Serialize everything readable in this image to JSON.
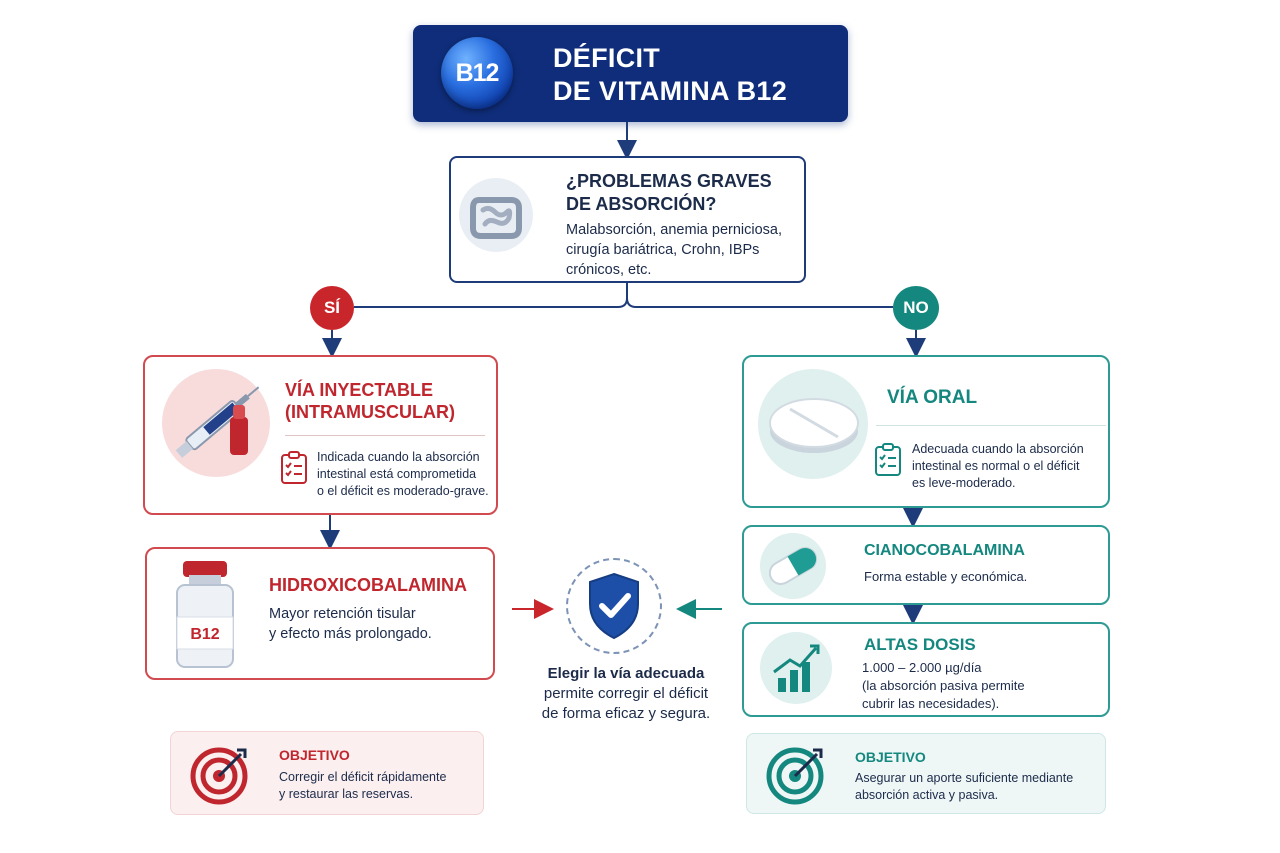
{
  "title": {
    "badge": "B12",
    "line1": "DÉFICIT",
    "line2": "DE VITAMINA B12",
    "icon": "b12-sphere-icon"
  },
  "question": {
    "line1": "¿PROBLEMAS GRAVES",
    "line2": "DE ABSORCIÓN?",
    "desc1": "Malabsorción, anemia perniciosa,",
    "desc2": "cirugía bariátrica, Crohn, IBPs",
    "desc3": "crónicos, etc.",
    "icon": "intestine-icon"
  },
  "branches": {
    "yes_label": "SÍ",
    "no_label": "NO",
    "yes_color": "#c9262c",
    "no_color": "#14877f"
  },
  "injectable": {
    "title1": "VÍA INYECTABLE",
    "title2": "(INTRAMUSCULAR)",
    "desc1": "Indicada cuando la absorción",
    "desc2": "intestinal está comprometida",
    "desc3": "o el déficit es moderado-grave.",
    "icon": "syringe-ampoule-icon"
  },
  "hidroxi": {
    "title": "HIDROXICOBALAMINA",
    "desc1": "Mayor retención tisular",
    "desc2": "y efecto más prolongado.",
    "vial_label": "B12",
    "icon": "vial-icon"
  },
  "objective_left": {
    "title": "OBJETIVO",
    "desc1": "Corregir el déficit rápidamente",
    "desc2": "y restaurar las reservas.",
    "icon": "target-icon"
  },
  "oral": {
    "title": "VÍA ORAL",
    "desc1": "Adecuada cuando la absorción",
    "desc2": "intestinal es normal o el déficit",
    "desc3": "es leve-moderado.",
    "icon": "tablet-icon"
  },
  "ciano": {
    "title": "CIANOCOBALAMINA",
    "desc": "Forma estable y económica.",
    "icon": "capsule-icon"
  },
  "altas": {
    "title": "ALTAS DOSIS",
    "desc1": "1.000 – 2.000 µg/día",
    "desc2": "(la absorción pasiva permite",
    "desc3": "cubrir las necesidades).",
    "icon": "rising-bars-icon"
  },
  "objective_right": {
    "title": "OBJETIVO",
    "desc1": "Asegurar un aporte suficiente mediante",
    "desc2": "absorción activa y pasiva.",
    "icon": "target-icon"
  },
  "center": {
    "line1": "Elegir la vía adecuada",
    "line2": "permite corregir el déficit",
    "line3": "de forma eficaz y segura.",
    "icon": "shield-check-icon"
  }
}
